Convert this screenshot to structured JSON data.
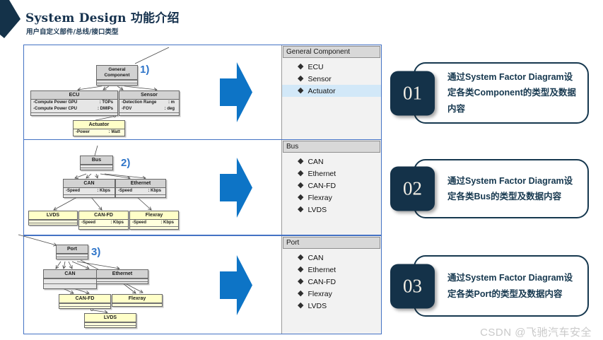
{
  "page": {
    "title": "System Design 功能介绍",
    "subtitle": "用户自定义部件/总线/接口类型",
    "watermark": "CSDN @飞驰汽车安全"
  },
  "colors": {
    "accent_navy": "#16384f",
    "arrow_blue": "#0d74c6",
    "row_border_blue": "#4472c4",
    "selection_blue": "#d2e8f8",
    "gray_box": "#d2d2d2",
    "yellow_box": "#ffffc8"
  },
  "rows": [
    {
      "number_label": "1)",
      "diagram": {
        "boxes": [
          {
            "title": "General Component"
          },
          {
            "title": "ECU",
            "attrs": [
              {
                "name": "-Compute Power GPU",
                "type": ": TOPs"
              },
              {
                "name": "-Compute Power CPU",
                "type": ": DMIPs"
              }
            ]
          },
          {
            "title": "Sensor",
            "attrs": [
              {
                "name": "-Detection Range",
                "type": ": m"
              },
              {
                "name": "-FOV",
                "type": ": deg"
              }
            ]
          },
          {
            "title": "Actuator",
            "attrs": [
              {
                "name": "-Power",
                "type": ": Watt"
              }
            ]
          }
        ]
      },
      "panel": {
        "title": "General Component",
        "items": [
          "ECU",
          "Sensor",
          "Actuator"
        ],
        "selected_item": "Actuator"
      },
      "callout": {
        "number": "01",
        "text": "通过System Factor Diagram设定各类Component的类型及数据内容"
      }
    },
    {
      "number_label": "2)",
      "diagram": {
        "boxes": [
          {
            "title": "Bus"
          },
          {
            "title": "CAN",
            "attrs": [
              {
                "name": "-Speed",
                "type": ": Kbps"
              }
            ]
          },
          {
            "title": "Ethernet",
            "attrs": [
              {
                "name": "-Speed",
                "type": ": Kbps"
              }
            ]
          },
          {
            "title": "LVDS"
          },
          {
            "title": "CAN-FD",
            "attrs": [
              {
                "name": "-Speed",
                "type": ": Kbps"
              }
            ]
          },
          {
            "title": "Flexray",
            "attrs": [
              {
                "name": "-Speed",
                "type": ": Kbps"
              }
            ]
          }
        ]
      },
      "panel": {
        "title": "Bus",
        "items": [
          "CAN",
          "Ethernet",
          "CAN-FD",
          "Flexray",
          "LVDS"
        ]
      },
      "callout": {
        "number": "02",
        "text": "通过System Factor Diagram设定各类Bus的类型及数据内容"
      }
    },
    {
      "number_label": "3)",
      "diagram": {
        "boxes": [
          {
            "title": "Port"
          },
          {
            "title": "CAN"
          },
          {
            "title": "Ethernet"
          },
          {
            "title": "CAN-FD"
          },
          {
            "title": "Flexray"
          },
          {
            "title": "LVDS"
          }
        ]
      },
      "panel": {
        "title": "Port",
        "items": [
          "CAN",
          "Ethernet",
          "CAN-FD",
          "Flexray",
          "LVDS"
        ]
      },
      "callout": {
        "number": "03",
        "text": "通过System Factor Diagram设定各类Port的类型及数据内容"
      }
    }
  ]
}
